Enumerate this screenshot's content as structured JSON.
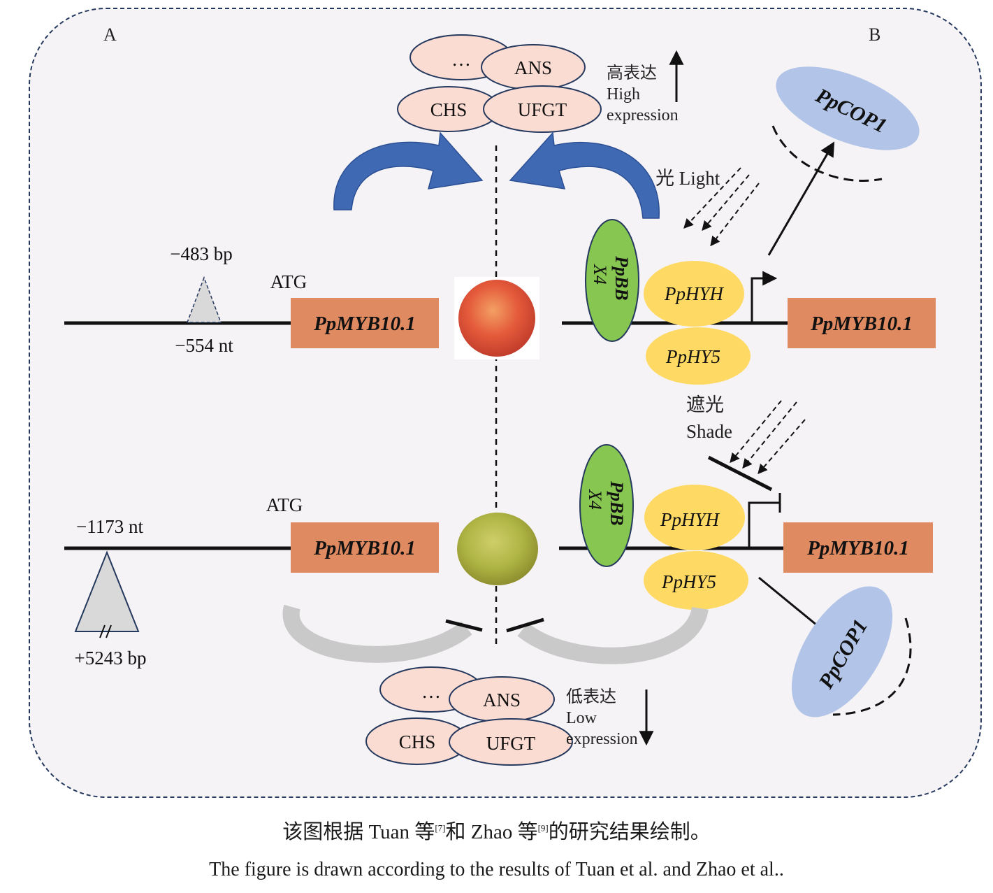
{
  "panels": {
    "a": "A",
    "b": "B"
  },
  "colors": {
    "background": "#f5f3f5",
    "frame": "#25385e",
    "gene_box": "#e08a62",
    "enzyme": "#fbdcd2",
    "hyh_hy5": "#fed963",
    "bbx4": "#86c651",
    "cop1": "#b2c5e8",
    "blue_arrow": "#3f6ab3",
    "grey_arrow": "#c9c9c9",
    "peach_red": "#e45a3a",
    "peach_green": "#aeb443"
  },
  "top": {
    "enzymes": {
      "dots": "…",
      "ans": "ANS",
      "chs": "CHS",
      "ufgt": "UFGT"
    },
    "expression_cn": "高表达",
    "expression_en_1": "High",
    "expression_en_2": "expression",
    "light_label": "光 Light",
    "insertion_label": "−483 bp",
    "deletion_label": "−554 nt",
    "atg": "ATG",
    "gene_left": "PpMYB10.1",
    "bbx4_1": "PpBB",
    "bbx4_2": "X4",
    "hyh": "PpHYH",
    "hy5": "PpHY5",
    "gene_right": "PpMYB10.1",
    "cop1": "PpCOP1"
  },
  "bottom": {
    "shade_cn": "遮光",
    "shade_en": "Shade",
    "deletion_label": "−1173 nt",
    "insertion_label": "+5243 bp",
    "atg": "ATG",
    "gene_left": "PpMYB10.1",
    "bbx4_1": "PpBB",
    "bbx4_2": "X4",
    "hyh": "PpHYH",
    "hy5": "PpHY5",
    "gene_right": "PpMYB10.1",
    "cop1": "PpCOP1",
    "enzymes": {
      "dots": "…",
      "ans": "ANS",
      "chs": "CHS",
      "ufgt": "UFGT"
    },
    "expression_cn": "低表达",
    "expression_en_1": "Low",
    "expression_en_2": "expression"
  },
  "caption": {
    "cn_part1": "该图根据 Tuan 等",
    "cn_ref1": "[7]",
    "cn_part2": "和 Zhao 等",
    "cn_ref2": "[9]",
    "cn_part3": "的研究结果绘制。",
    "en": "The figure is drawn according to the results of Tuan et al. and Zhao et al.."
  }
}
